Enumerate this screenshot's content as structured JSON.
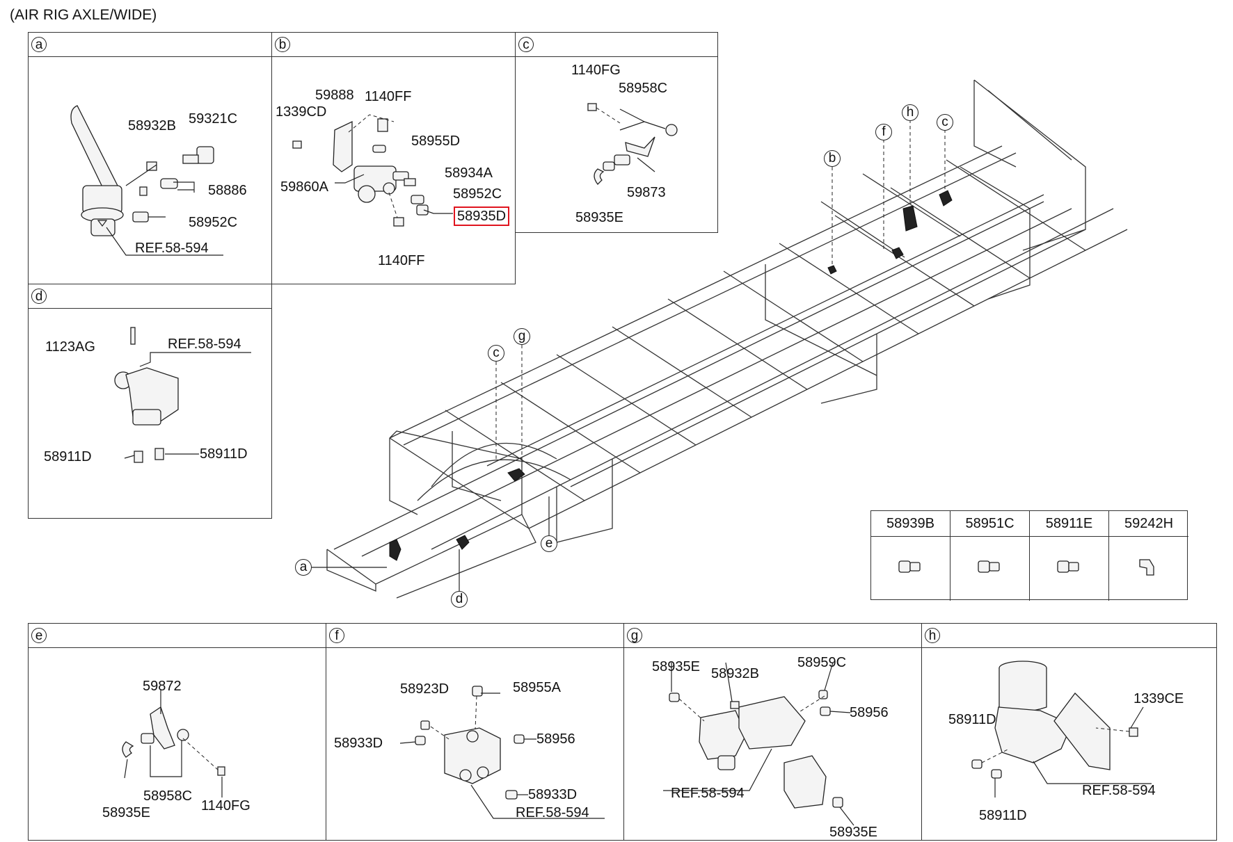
{
  "title": "(AIR RIG AXLE/WIDE)",
  "panels": {
    "a": {
      "letter": "a",
      "labels": [
        "58932B",
        "59321C",
        "58886",
        "58952C",
        "REF.58-594"
      ]
    },
    "b": {
      "letter": "b",
      "labels": [
        "59888",
        "1140FF",
        "1339CD",
        "58955D",
        "58934A",
        "59860A",
        "58952C",
        "58935D",
        "1140FF"
      ]
    },
    "c": {
      "letter": "c",
      "labels": [
        "1140FG",
        "58958C",
        "59873",
        "58935E"
      ]
    },
    "d": {
      "letter": "d",
      "labels": [
        "1123AG",
        "REF.58-594",
        "58911D",
        "58911D"
      ]
    },
    "e": {
      "letter": "e",
      "labels": [
        "59872",
        "58958C",
        "58935E",
        "1140FG"
      ]
    },
    "f": {
      "letter": "f",
      "labels": [
        "58923D",
        "58955A",
        "58933D",
        "58956",
        "58933D",
        "REF.58-594"
      ]
    },
    "g": {
      "letter": "g",
      "labels": [
        "58935E",
        "58932B",
        "58959C",
        "58956",
        "REF.58-594",
        "58935E"
      ]
    },
    "h": {
      "letter": "h",
      "labels": [
        "1339CE",
        "58911D",
        "58911D",
        "REF.58-594"
      ]
    }
  },
  "highlighted_part": "58935D",
  "callouts": [
    "h",
    "c",
    "f",
    "b",
    "c",
    "g",
    "e",
    "a",
    "d"
  ],
  "parts_table": [
    "58939B",
    "58951C",
    "58911E",
    "59242H"
  ]
}
